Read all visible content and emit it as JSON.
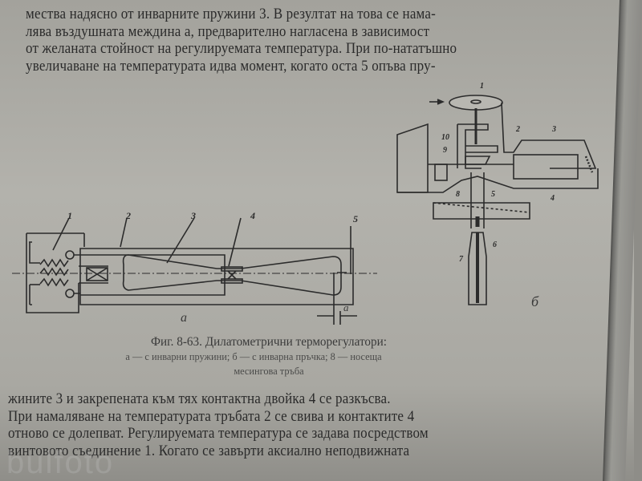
{
  "document": {
    "top_paragraph": [
      "мества надясно от инварните пружини 3. В резултат на това се нама-",
      "лява въздушната междина a, предварително нагласена в зависимост",
      "от желаната стойност на регулируемата температура. При по-нататъшно",
      "увеличаване на температурата идва момент, когато оста 5 опъва пру-"
    ],
    "figure_a": {
      "label": "a",
      "parts": [
        "1",
        "2",
        "3",
        "4",
        "5"
      ],
      "gap_label": "a"
    },
    "figure_b": {
      "label": "б",
      "parts": [
        "1",
        "2",
        "3",
        "4",
        "5",
        "6",
        "7",
        "8",
        "9",
        "10"
      ]
    },
    "caption": {
      "title": "Фиг. 8-63. Дилатометрични терморегулатори:",
      "line2": "a — с инварни пружини; б — с инварна пръчка; 8 — носеща",
      "line3": "месингова тръба"
    },
    "bottom_paragraph": [
      "жините 3 и закрепената към тях контактна двойка 4 се разкъсва.",
      "При намаляване на температурата тръбата 2 се свива и контактите 4",
      "отново се долепват. Регулируемата температура се задава посредством",
      "винтовото съединение 1. Когато се завърти аксиално неподвижната"
    ],
    "watermark": "bulfoto"
  }
}
